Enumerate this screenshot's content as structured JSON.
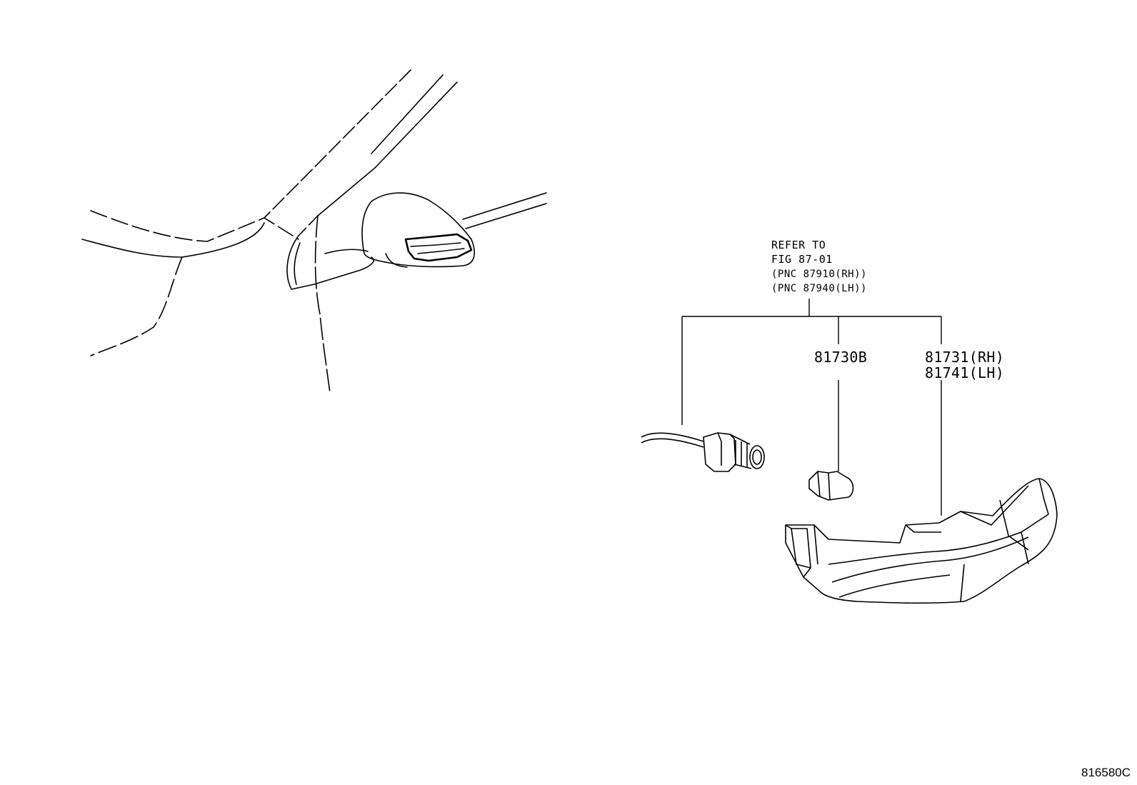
{
  "reference": {
    "line1": "REFER TO",
    "line2": "FIG 87-01",
    "line3": "(PNC 87910(RH))",
    "line4": "(PNC 87940(LH))"
  },
  "parts": {
    "bulb_part_no": "81730B",
    "lamp_rh": "81731(RH)",
    "lamp_lh": "81741(LH)"
  },
  "figure_id": "816580C"
}
